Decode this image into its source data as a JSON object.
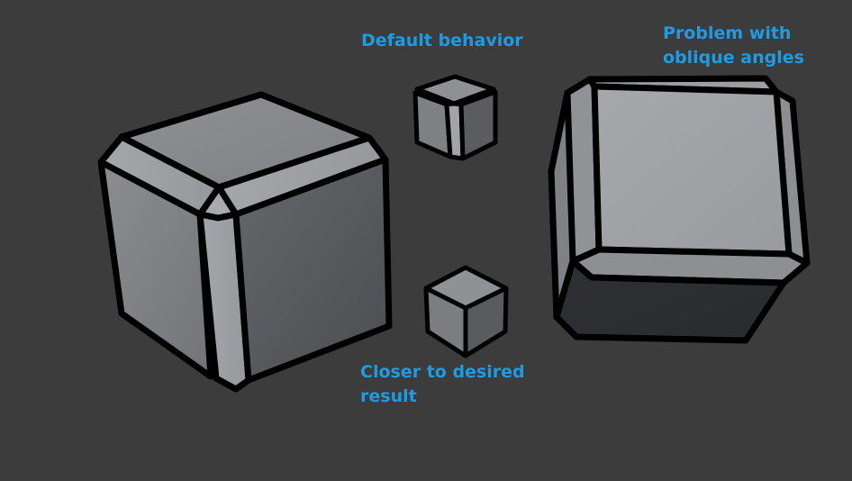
{
  "viewport": {
    "background": "#3c3c3c",
    "outline_color": "#000000",
    "caption_color": "#1e9be2"
  },
  "captions": {
    "default_behavior": "Default behavior",
    "oblique_problem": "Problem with\noblique angles",
    "desired_result": "Closer to desired\nresult"
  },
  "objects": [
    {
      "name": "large-beveled-cube",
      "bevel": "rounded-corner"
    },
    {
      "name": "default-small-cube",
      "bevel": "default"
    },
    {
      "name": "desired-small-cube",
      "bevel": "sharp"
    },
    {
      "name": "oblique-cube",
      "bevel": "oblique-problem"
    }
  ]
}
